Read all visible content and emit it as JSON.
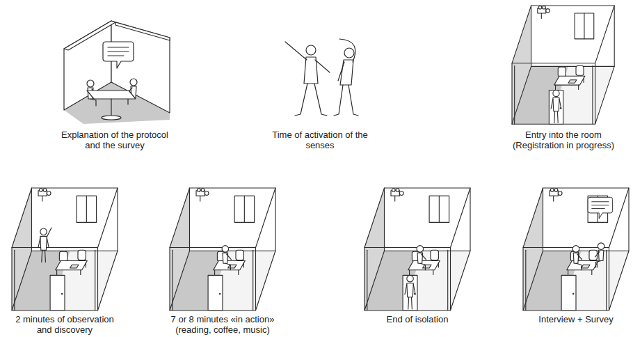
{
  "diagram": {
    "labels": [
      "Explanation of the protocol and the survey",
      "Time of activation of the senses",
      "Entry into the room (Registration in progress)",
      "2 minutes of observation and discovery",
      "7 or 8 minutes «in action» (reading, coffee, music)",
      "End of isolation",
      "Interview + Survey"
    ]
  }
}
